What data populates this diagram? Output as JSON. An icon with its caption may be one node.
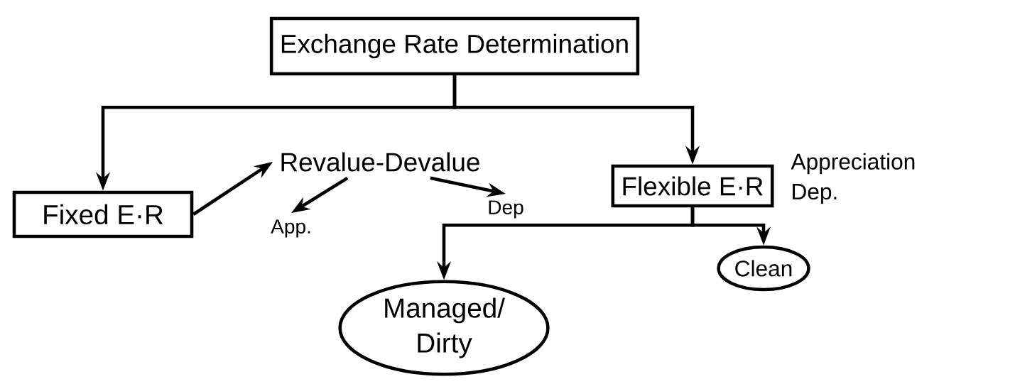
{
  "diagram": {
    "nodes": [
      {
        "text": [
          "Exchange Rate Determination"
        ]
      },
      {
        "text": [
          "Fixed E·R"
        ]
      },
      {
        "text": [
          "Revalue-Devalue"
        ]
      },
      {
        "text": [
          "App."
        ]
      },
      {
        "text": [
          "Dep"
        ]
      },
      {
        "text": [
          "Flexible E·R"
        ],
        "beside": [
          "Appreciation",
          "Dep."
        ]
      },
      {
        "text": [
          "Managed/ Dirty"
        ]
      },
      {
        "text": [
          "Clean"
        ]
      }
    ],
    "edges": [
      {
        "from": 0,
        "to": 1,
        "arrow": "to"
      },
      {
        "from": 0,
        "to": 5,
        "arrow": "to"
      },
      {
        "from": 1,
        "to": 2,
        "arrow": "to"
      },
      {
        "from": 2,
        "to": 3,
        "arrow": "to"
      },
      {
        "from": 2,
        "to": 4,
        "arrow": "to"
      },
      {
        "from": 5,
        "to": 6,
        "arrow": "to"
      },
      {
        "from": 5,
        "to": 7,
        "arrow": "to"
      }
    ]
  }
}
